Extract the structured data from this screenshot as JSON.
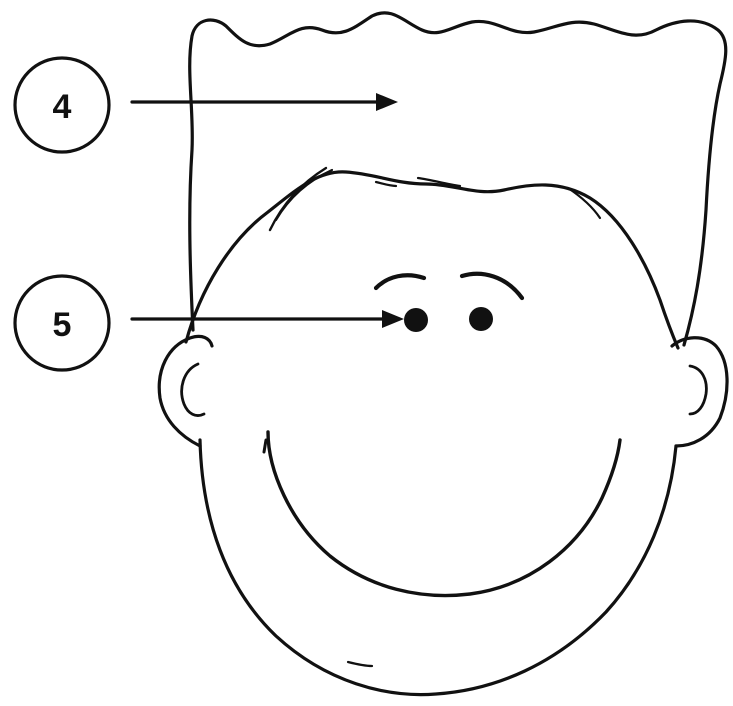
{
  "diagram": {
    "labels": [
      {
        "id": "4",
        "text": "4"
      },
      {
        "id": "5",
        "text": "5"
      }
    ]
  },
  "colors": {
    "stroke": "#111111",
    "background": "#ffffff"
  }
}
